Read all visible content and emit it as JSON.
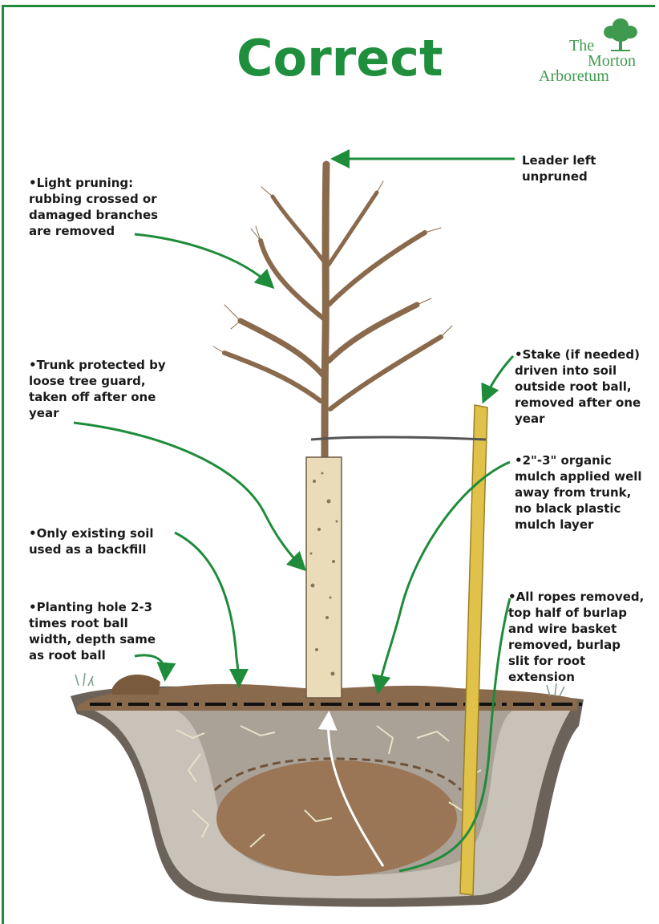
{
  "title": "Correct",
  "logo": {
    "line1": "The",
    "line2": "Morton",
    "line3": "Arboretum"
  },
  "labels": {
    "leader": "Leader left\nunpruned",
    "pruning": "•Light pruning:\n rubbing crossed or\n damaged branches\n are removed",
    "trunk": "•Trunk protected by\n loose tree guard,\n taken off after one\n year",
    "stake": "•Stake (if needed)\n driven into soil\n outside root ball,\n removed after one\n year",
    "mulch": "•2\"-3\" organic\n mulch applied well\n away from trunk,\n no black plastic\n mulch layer",
    "soil": "•Only existing soil\n used as a backfill",
    "hole": "•Planting hole 2-3\n times root ball\n width, depth same\n as root ball",
    "ropes": "•All ropes removed,\n top half of burlap\n and wire basket\n removed, burlap\n slit for root\n extension"
  },
  "colors": {
    "accent_green": "#1f8f3e",
    "arrow_green": "#1e8c3a",
    "bark": "#8a6a4c",
    "soil_dark": "#4a4038",
    "root_ball": "#9a7656",
    "stake": "#e0c24a"
  }
}
